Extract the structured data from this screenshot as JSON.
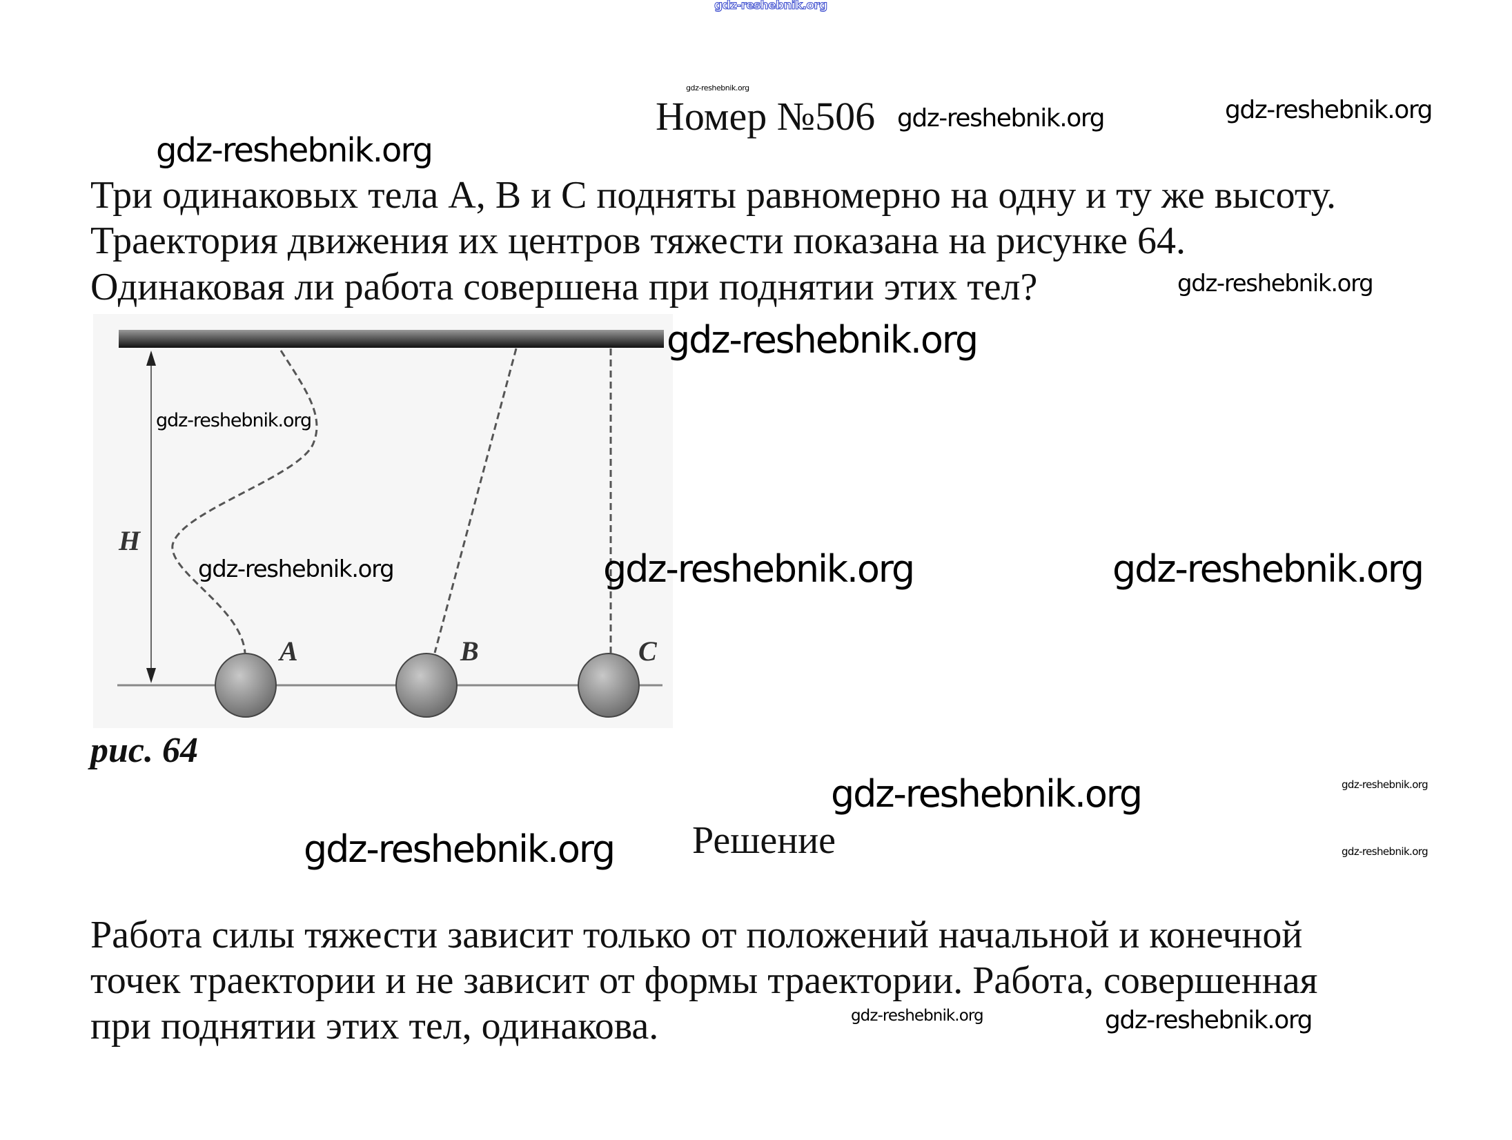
{
  "title": "Номер №506",
  "question": {
    "lines": [
      "Три одинаковых тела А, В и С подняты равномерно на одну и ту же высоту.",
      "Траектория движения их центров тяжести показана на рисунке 64.",
      "Одинаковая ли работа совершена при поднятии этих тел?"
    ]
  },
  "figure": {
    "height_label": "H",
    "body_labels": [
      "A",
      "B",
      "C"
    ],
    "caption": "рис. 64"
  },
  "solution": {
    "heading": "Решение",
    "lines": [
      "Работа силы тяжести зависит только от положений начальной и конечной",
      "точек траектории и не зависит от формы траектории. Работа, совершенная",
      "при поднятии этих тел, одинакова."
    ]
  },
  "watermark": "gdz-reshebnik.org"
}
